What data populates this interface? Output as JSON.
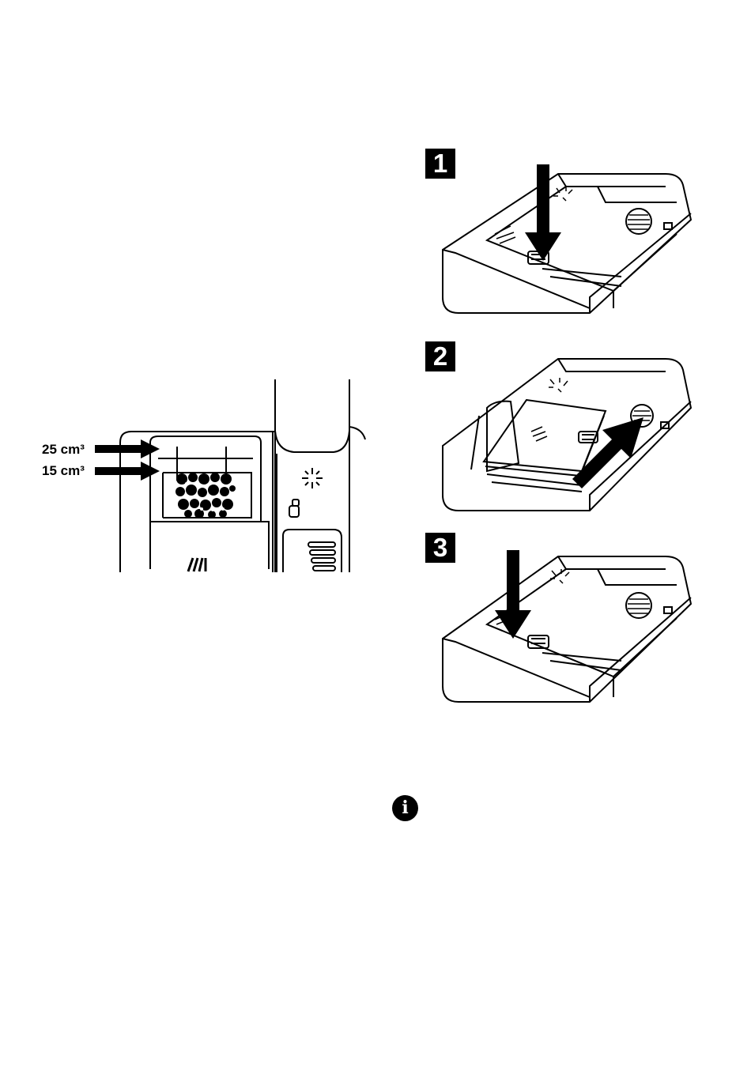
{
  "dispenser_figure": {
    "labels": {
      "level_25": "25 cm³",
      "level_15": "15 cm³"
    }
  },
  "steps": [
    {
      "number": "1"
    },
    {
      "number": "2"
    },
    {
      "number": "3"
    }
  ],
  "info_icon": {
    "icon": "info-icon",
    "glyph": "i"
  }
}
